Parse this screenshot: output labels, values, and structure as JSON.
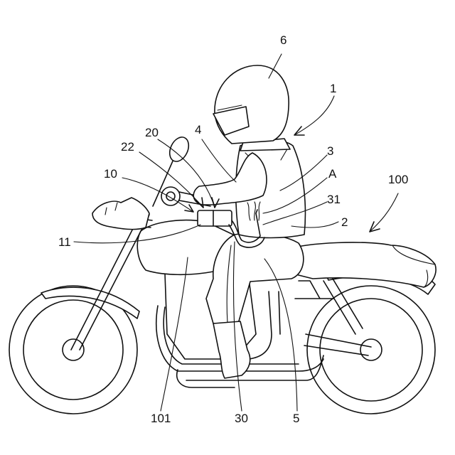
{
  "figure": {
    "labels": {
      "n6": "6",
      "n1": "1",
      "n4": "4",
      "n20": "20",
      "n22": "22",
      "n3": "3",
      "n10": "10",
      "nA": "A",
      "n100": "100",
      "n31": "31",
      "n2": "2",
      "n11": "11",
      "n101": "101",
      "n30": "30",
      "n5": "5"
    }
  }
}
